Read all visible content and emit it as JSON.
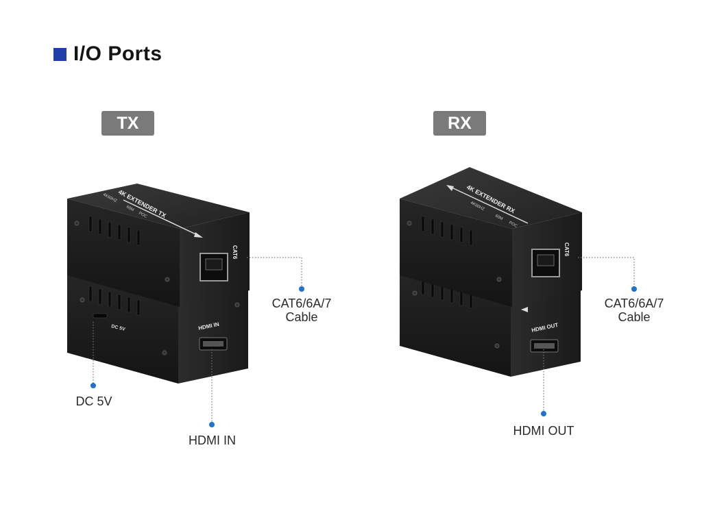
{
  "header": {
    "title": "I/O Ports"
  },
  "units": {
    "tx": {
      "tag": "TX",
      "top_label": "4K EXTENDER TX",
      "specs": [
        "4K60HZ",
        "60M",
        "POC"
      ],
      "rj45_label": "CAT6",
      "hdmi_label": "HDMI IN",
      "dc_label": "DC 5V",
      "annotations": {
        "cable_line1": "CAT6/6A/7",
        "cable_line2": "Cable",
        "power": "DC 5V",
        "hdmi": "HDMI IN"
      }
    },
    "rx": {
      "tag": "RX",
      "top_label": "4K EXTENDER RX",
      "specs": [
        "4K60HZ",
        "60M",
        "POC"
      ],
      "rj45_label": "CAT6",
      "hdmi_label": "HDMI OUT",
      "annotations": {
        "cable_line1": "CAT6/6A/7",
        "cable_line2": "Cable",
        "hdmi": "HDMI OUT"
      }
    }
  },
  "colors": {
    "accent": "#1e3fa8",
    "dot": "#1f73c9",
    "tag_bg": "#7a7a7a",
    "device_body": "#1c1c1c"
  }
}
